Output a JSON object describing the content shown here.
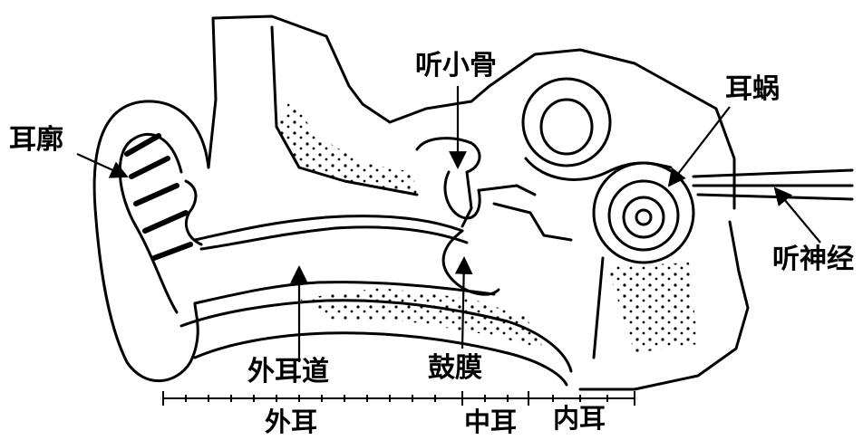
{
  "labels": {
    "auricle": "耳廓",
    "ossicles": "听小骨",
    "cochlea": "耳蜗",
    "auditory_nerve": "听神经",
    "ear_canal": "外耳道",
    "eardrum": "鼓膜"
  },
  "sections": {
    "outer_ear": "外耳",
    "middle_ear": "中耳",
    "inner_ear": "内耳"
  }
}
